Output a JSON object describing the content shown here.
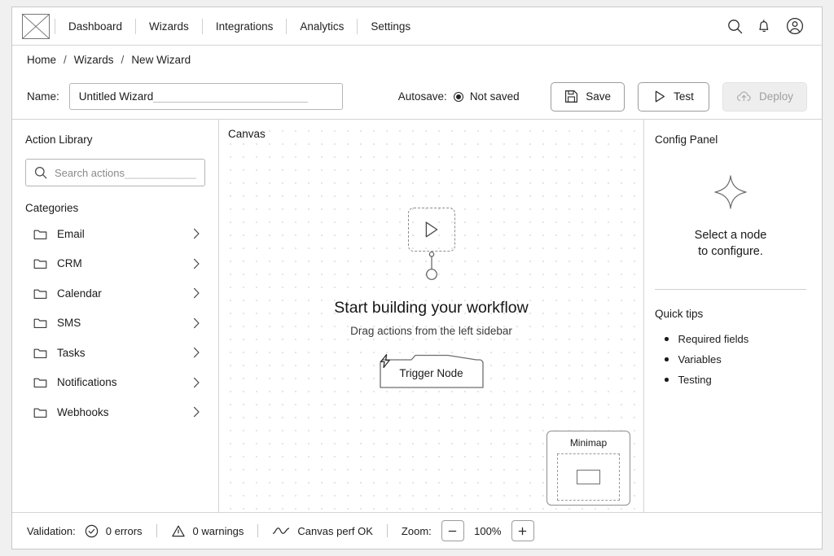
{
  "nav": {
    "logo_icon": "placeholder-box-x-icon",
    "items": [
      {
        "label": "Dashboard"
      },
      {
        "label": "Wizards"
      },
      {
        "label": "Integrations"
      },
      {
        "label": "Analytics"
      },
      {
        "label": "Settings"
      }
    ],
    "icons": [
      {
        "name": "search-icon"
      },
      {
        "name": "bell-icon"
      },
      {
        "name": "user-avatar-icon"
      }
    ]
  },
  "breadcrumb": {
    "items": [
      "Home",
      "Wizards",
      "New Wizard"
    ],
    "separator": "/"
  },
  "namerow": {
    "label": "Name:",
    "value": "Untitled Wizard",
    "fill_rule": "___________________________",
    "autosave_label": "Autosave:",
    "autosave_status": "Not saved",
    "buttons": [
      {
        "label": "Save",
        "icon": "floppy-disk-icon",
        "disabled": false
      },
      {
        "label": "Test",
        "icon": "play-icon",
        "disabled": false
      },
      {
        "label": "Deploy",
        "icon": "cloud-upload-icon",
        "disabled": true
      }
    ]
  },
  "sidebar": {
    "title": "Action Library",
    "search": {
      "placeholder": "Search actions",
      "fill_rule": "______________",
      "icon": "search-icon"
    },
    "categories_label": "Categories",
    "categories": [
      {
        "label": "Email"
      },
      {
        "label": "CRM"
      },
      {
        "label": "Calendar"
      },
      {
        "label": "SMS"
      },
      {
        "label": "Tasks"
      },
      {
        "label": "Notifications"
      },
      {
        "label": "Webhooks"
      }
    ]
  },
  "canvas": {
    "label": "Canvas",
    "empty_title": "Start building your workflow",
    "empty_subtitle": "Drag actions from the left sidebar",
    "placeholder_icon": "play-icon",
    "trigger_node": {
      "label": "Trigger Node",
      "icon": "lightning-bolt-icon"
    },
    "minimap": {
      "title": "Minimap"
    }
  },
  "config": {
    "title": "Config Panel",
    "empty_icon": "sparkle-icon",
    "empty_line1": "Select a node",
    "empty_line2": "to configure.",
    "tips_title": "Quick tips",
    "tips": [
      "Required fields",
      "Variables",
      "Testing"
    ]
  },
  "status": {
    "validation_label": "Validation:",
    "errors": "0 errors",
    "errors_icon": "check-circle-icon",
    "warnings": "0 warnings",
    "warnings_icon": "warning-triangle-icon",
    "perf": "Canvas perf OK",
    "perf_icon": "wave-line-icon",
    "zoom_label": "Zoom:",
    "zoom_out": "−",
    "zoom_value": "100%",
    "zoom_in": "+"
  },
  "colors": {
    "border": "#d4d4d4",
    "text": "#1b1b1b",
    "muted": "#8a8a8a",
    "disabled_bg": "#eeeeee",
    "disabled_text": "#a0a0a0",
    "grid_dot": "#dcdcdc"
  }
}
